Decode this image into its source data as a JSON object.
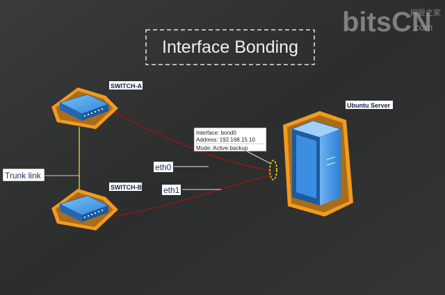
{
  "title": "Interface Bonding",
  "watermark": {
    "brand": "bitsCN",
    "brand_suffix": ".com",
    "brand_cn": "网管之家"
  },
  "devices": {
    "switch_a": "SWITCH-A",
    "switch_b": "SWITCH-B",
    "server": "Ubuntu Server"
  },
  "links": {
    "trunk": "Trunk link",
    "eth0": "eth0",
    "eth1": "eth1"
  },
  "bond_info": {
    "interface": "Interface: bond0",
    "address": "Address: 192.168.15.10",
    "mode": "Mode: Active-backup"
  },
  "colors": {
    "background": "#2f3030",
    "device_ring": "#f39a1e",
    "device_blue": "#2a7fd6",
    "cable": "#8b1a1a",
    "trunk": "#d9c431",
    "bond_ring": "#f2e000"
  }
}
